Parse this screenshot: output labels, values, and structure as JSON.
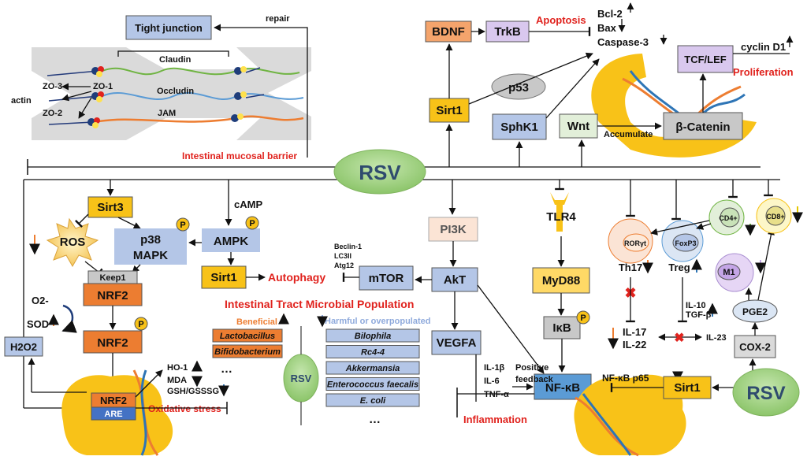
{
  "colors": {
    "yellow": "#f8c218",
    "orange": "#ec7d31",
    "blue": "#b4c6e7",
    "green": "#e2efd9",
    "purple": "#d9c8ee",
    "grey": "#c8c8c8",
    "rsv_green": "#9bd07c",
    "red": "#e0221d",
    "dna_blue": "#2e75b6",
    "dna_orange": "#ed7d31"
  },
  "barrier": {
    "tight_junction": "Tight junction",
    "repair": "repair",
    "claudin": "Claudin",
    "occludin": "Occludin",
    "jam": "JAM",
    "zo3": "ZO-3",
    "zo1": "ZO-1",
    "zo2": "ZO-2",
    "actin": "actin",
    "caption": "Intestinal mucosal barrier"
  },
  "top": {
    "bdnf": "BDNF",
    "trkb": "TrkB",
    "apoptosis": "Apoptosis",
    "bcl2": "Bcl-2",
    "bax": "Bax",
    "caspase3": "Caspase-3",
    "sirt1": "Sirt1",
    "p53": "p53",
    "sphk1": "SphK1",
    "wnt": "Wnt",
    "accumulate": "Accumulate",
    "beta_catenin": "β-Catenin",
    "tcf_lef": "TCF/LEF",
    "cyclin_d1": "cyclin D1",
    "proliferation": "Proliferation"
  },
  "center": {
    "rsv": "RSV"
  },
  "oxidative": {
    "sirt3": "Sirt3",
    "ros": "ROS",
    "p38": "p38",
    "mapk": "MAPK",
    "keep1": "Keep1",
    "nrf2": "NRF2",
    "nrf2_b": "NRF2",
    "nrf2_c": "NRF2",
    "are": "ARE",
    "p_badge": "P",
    "o2": "O2-",
    "sod": "SOD",
    "h2o2": "H2O2",
    "ho1": "HO-1",
    "mda": "MDA",
    "gsh": "GSH/GSSSG",
    "caption": "Oxidative stress"
  },
  "autophagy": {
    "camp": "cAMP",
    "ampk": "AMPK",
    "sirt1": "Sirt1",
    "label": "Autophagy",
    "mtor": "mTOR",
    "beclin": "Beclin-1",
    "lc3": "LC3II",
    "atg12": "Atg12",
    "pi3k": "PI3K",
    "akt": "AkT",
    "vegfa": "VEGFA"
  },
  "microbial": {
    "title": "Intestinal  Tract Microbial Population",
    "beneficial_label": "Beneficial",
    "beneficial": [
      "Lactobacillus",
      "Bifidobacterium"
    ],
    "harmful_label": "Harmful or overpopulated",
    "harmful": [
      "Bilophila",
      "Rc4-4",
      "Akkermansia",
      "Enterococcus faecalis",
      "E. coli"
    ],
    "ellipsis": "…",
    "rsv": "RSV"
  },
  "inflammation": {
    "tlr4": "TLR4",
    "myd88": "MyD88",
    "ikb": "IκB",
    "nfkb": "NF-κB",
    "nfkb_p65": "NF-κB p65",
    "sirt1": "Sirt1",
    "rsv": "RSV",
    "il1b": "IL-1β",
    "il6": "IL-6",
    "tnfa": "TNF-α",
    "positive": "Positive",
    "feedback": "feedback",
    "label": "Inflammation",
    "cox2": "COX-2",
    "pge2": "PGE2",
    "m1": "M1"
  },
  "immune": {
    "roryt": "RORγt",
    "th17": "Th17",
    "foxp3": "FoxP3",
    "treg": "Treg",
    "cd4": "CD4+",
    "cd8": "CD8+",
    "il10": "IL-10",
    "tgfb": "TGF-β",
    "il17": "IL-17",
    "il22": "IL-22",
    "il23": "IL-23"
  }
}
